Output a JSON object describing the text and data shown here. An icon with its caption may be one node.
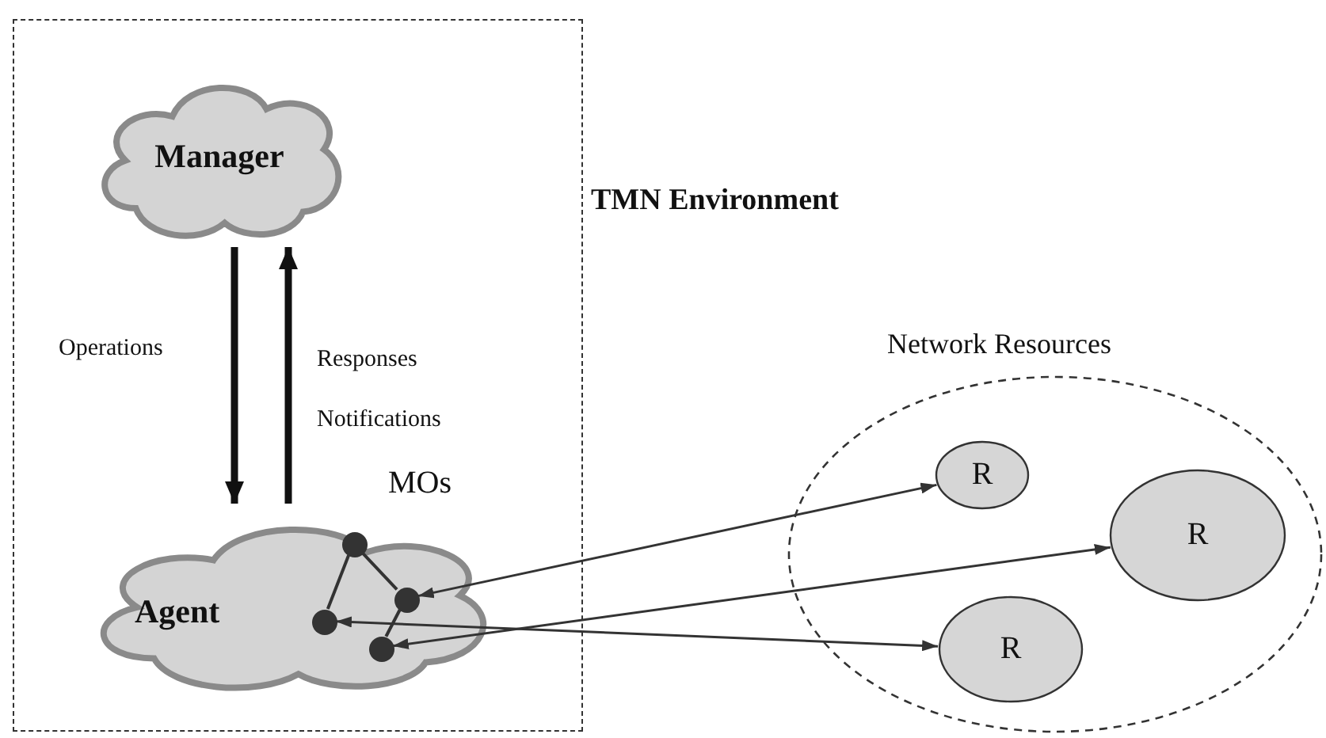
{
  "diagram": {
    "nodes": [
      {
        "text": [
          "TMN Environment"
        ]
      },
      {
        "text": [
          "Manager"
        ],
        "in": 0
      },
      {
        "text": [
          "Agent"
        ],
        "in": 0,
        "beside": [
          "MOs"
        ]
      },
      {
        "text": [],
        "shape": "circle",
        "in": 2
      },
      {
        "text": [],
        "shape": "circle",
        "in": 2
      },
      {
        "text": [],
        "shape": "circle",
        "in": 2
      },
      {
        "text": [],
        "shape": "circle",
        "in": 2
      },
      {
        "text": [
          "Network Resources"
        ]
      },
      {
        "text": [
          "R"
        ],
        "in": 7
      },
      {
        "text": [
          "R"
        ],
        "in": 7
      },
      {
        "text": [
          "R"
        ],
        "in": 7
      }
    ],
    "edges": [
      {
        "from": 1,
        "to": 2,
        "arrow": "to",
        "label": "Operations",
        "style": "thick"
      },
      {
        "from": 2,
        "to": 1,
        "arrow": "to",
        "label": "Responses Notifications",
        "style": "thick"
      },
      {
        "from": 4,
        "to": 3,
        "arrow": "none"
      },
      {
        "from": 4,
        "to": 6,
        "arrow": "none"
      },
      {
        "from": 6,
        "to": 5,
        "arrow": "none"
      },
      {
        "from": 6,
        "to": 8,
        "arrow": "both"
      },
      {
        "from": 5,
        "to": 9,
        "arrow": "both"
      },
      {
        "from": 3,
        "to": 10,
        "arrow": "both"
      }
    ]
  }
}
